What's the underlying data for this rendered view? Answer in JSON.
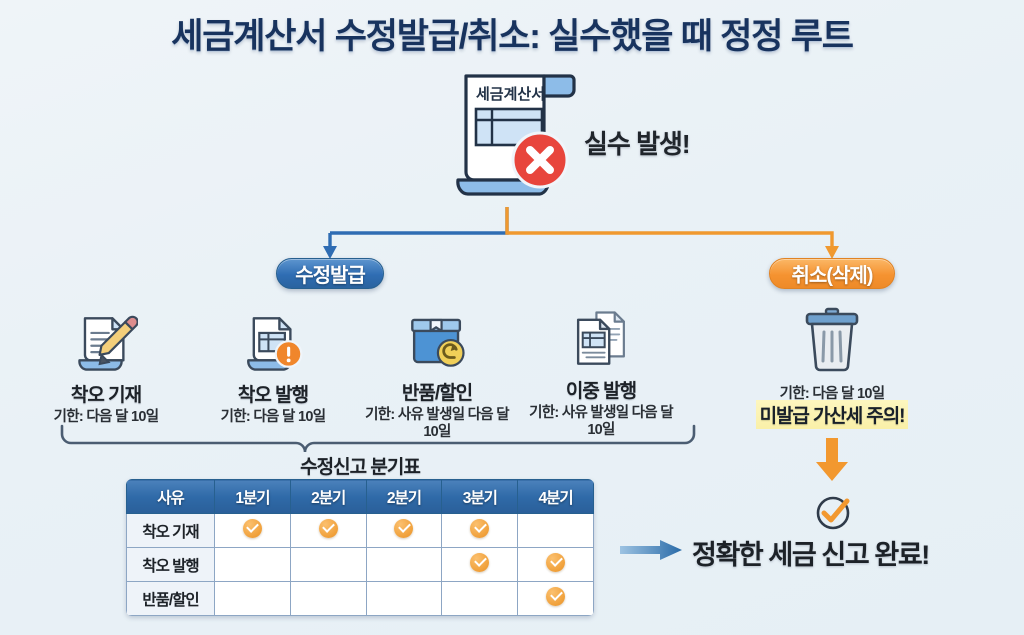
{
  "title": "세금계산서 수정발급/취소: 실수했을 때 정정 루트",
  "top": {
    "doc_label": "세금계산서",
    "doc_icon": "invoice-document-icon",
    "error_badge_icon": "red-x-circle-icon",
    "mistake_label": "실수 발생!"
  },
  "branches": {
    "fix": {
      "label": "수정발급",
      "color": "#2f6db3"
    },
    "cancel": {
      "label": "취소(삭제)",
      "color": "#f59331"
    }
  },
  "fix_items": [
    {
      "name": "착오 기재",
      "deadline": "기한: 다음 달 10일",
      "icon": "document-pencil-icon"
    },
    {
      "name": "착오 발행",
      "deadline": "기한: 다음 달 10일",
      "icon": "document-warning-icon"
    },
    {
      "name": "반품/할인",
      "deadline": "기한: 사유 발생일 다음 달 10일",
      "icon": "box-return-icon"
    },
    {
      "name": "이중 발행",
      "deadline": "기한: 사유 발생일 다음 달 10일",
      "icon": "duplicate-documents-icon"
    }
  ],
  "cancel_branch": {
    "icon": "trash-bin-icon",
    "deadline": "기한: 다음 달 10일",
    "warning": "미발급 가산세 주의!",
    "warning_highlight": "#faf0a8",
    "arrow_icon": "orange-down-arrow-icon",
    "result_icon": "check-circle-icon"
  },
  "table": {
    "title": "수정신고 분기표",
    "brace_icon": "curly-brace-icon",
    "columns": [
      "사유",
      "1분기",
      "2분기",
      "2분기",
      "3분기",
      "4분기"
    ],
    "rows": [
      {
        "reason": "착오 기재",
        "marks": [
          true,
          true,
          true,
          true,
          false
        ]
      },
      {
        "reason": "착오 발행",
        "marks": [
          false,
          false,
          false,
          true,
          true
        ]
      },
      {
        "reason": "반품/할인",
        "marks": [
          false,
          false,
          false,
          false,
          true
        ]
      }
    ],
    "mark_icon": "orange-check-icon"
  },
  "conclusion": {
    "arrow_icon": "blue-right-arrow-icon",
    "text": "정확한 세금 신고 완료!"
  }
}
